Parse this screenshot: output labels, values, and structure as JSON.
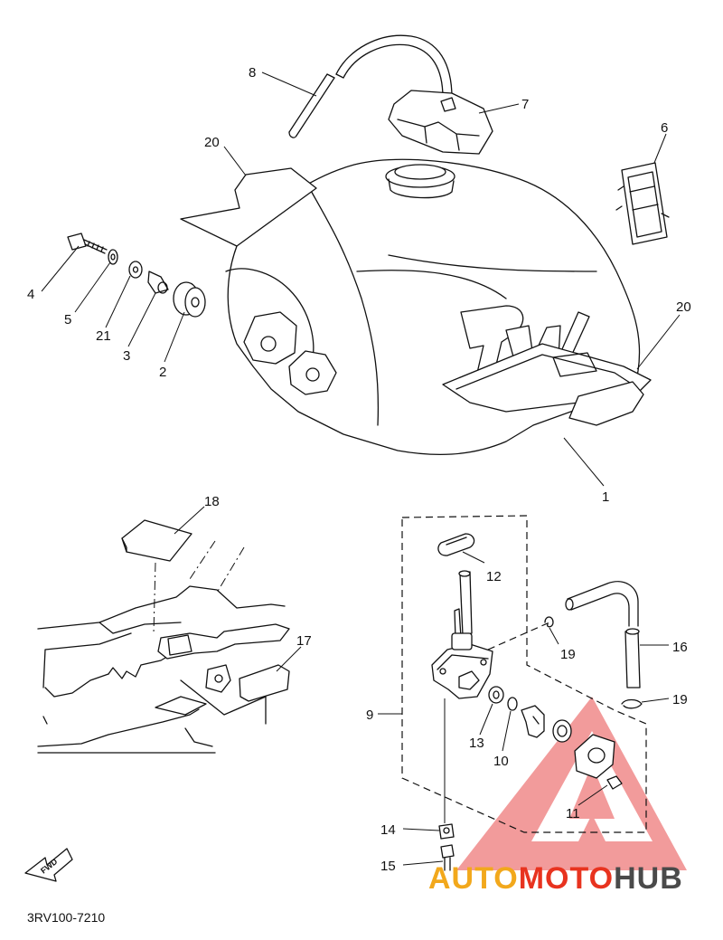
{
  "diagram": {
    "code": "3RV100-7210",
    "direction_arrow_label": "FWD",
    "callouts": [
      {
        "id": "c1",
        "label": "1"
      },
      {
        "id": "c2",
        "label": "2"
      },
      {
        "id": "c3",
        "label": "3"
      },
      {
        "id": "c4",
        "label": "4"
      },
      {
        "id": "c5",
        "label": "5"
      },
      {
        "id": "c6",
        "label": "6"
      },
      {
        "id": "c7",
        "label": "7"
      },
      {
        "id": "c8",
        "label": "8"
      },
      {
        "id": "c9",
        "label": "9"
      },
      {
        "id": "c10",
        "label": "10"
      },
      {
        "id": "c11",
        "label": "11"
      },
      {
        "id": "c12",
        "label": "12"
      },
      {
        "id": "c13",
        "label": "13"
      },
      {
        "id": "c14",
        "label": "14"
      },
      {
        "id": "c15",
        "label": "15"
      },
      {
        "id": "c16",
        "label": "16"
      },
      {
        "id": "c17",
        "label": "17"
      },
      {
        "id": "c18",
        "label": "18"
      },
      {
        "id": "c19a",
        "label": "19"
      },
      {
        "id": "c19b",
        "label": "19"
      },
      {
        "id": "c20a",
        "label": "20"
      },
      {
        "id": "c20b",
        "label": "20"
      },
      {
        "id": "c21",
        "label": "21"
      }
    ]
  },
  "tank_logo": "PW",
  "watermark": {
    "text_part1": "AUTO",
    "text_part2": "MOTO",
    "text_part3": "HUB",
    "colors": {
      "auto": "#f2a81c",
      "moto": "#e8331f",
      "hub": "#4a4a4a",
      "triangle": "#f08a8a"
    }
  }
}
